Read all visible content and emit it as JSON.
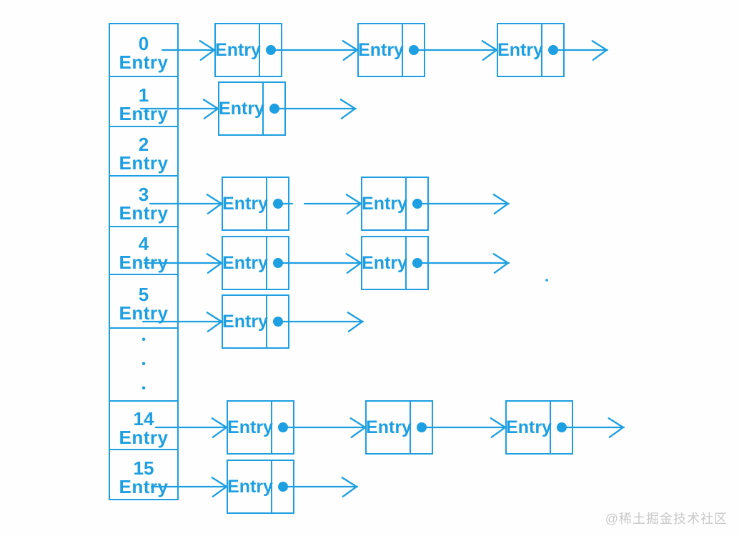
{
  "diagram": {
    "type": "hash-table-bucket-array-with-linked-lists",
    "accent_color": "#1d9fe1",
    "array": {
      "cells": [
        {
          "index": "0",
          "label": "Entry"
        },
        {
          "index": "1",
          "label": "Entry"
        },
        {
          "index": "2",
          "label": "Entry"
        },
        {
          "index": "3",
          "label": "Entry"
        },
        {
          "index": "4",
          "label": "Entry"
        },
        {
          "index": "5",
          "label": "Entry"
        },
        {
          "index": "14",
          "label": "Entry"
        },
        {
          "index": "15",
          "label": "Entry"
        }
      ],
      "ellipsis": [
        "•",
        "•",
        "•"
      ]
    },
    "chains": [
      {
        "bucket": "0",
        "nodes": [
          "Entry",
          "Entry",
          "Entry"
        ]
      },
      {
        "bucket": "1",
        "nodes": [
          "Entry"
        ]
      },
      {
        "bucket": "3",
        "nodes": [
          "Entry",
          "Entry"
        ]
      },
      {
        "bucket": "4",
        "nodes": [
          "Entry",
          "Entry"
        ]
      },
      {
        "bucket": "5",
        "nodes": [
          "Entry"
        ]
      },
      {
        "bucket": "14",
        "nodes": [
          "Entry",
          "Entry",
          "Entry"
        ]
      },
      {
        "bucket": "15",
        "nodes": [
          "Entry"
        ]
      }
    ],
    "watermark": "@稀土掘金技术社区"
  }
}
